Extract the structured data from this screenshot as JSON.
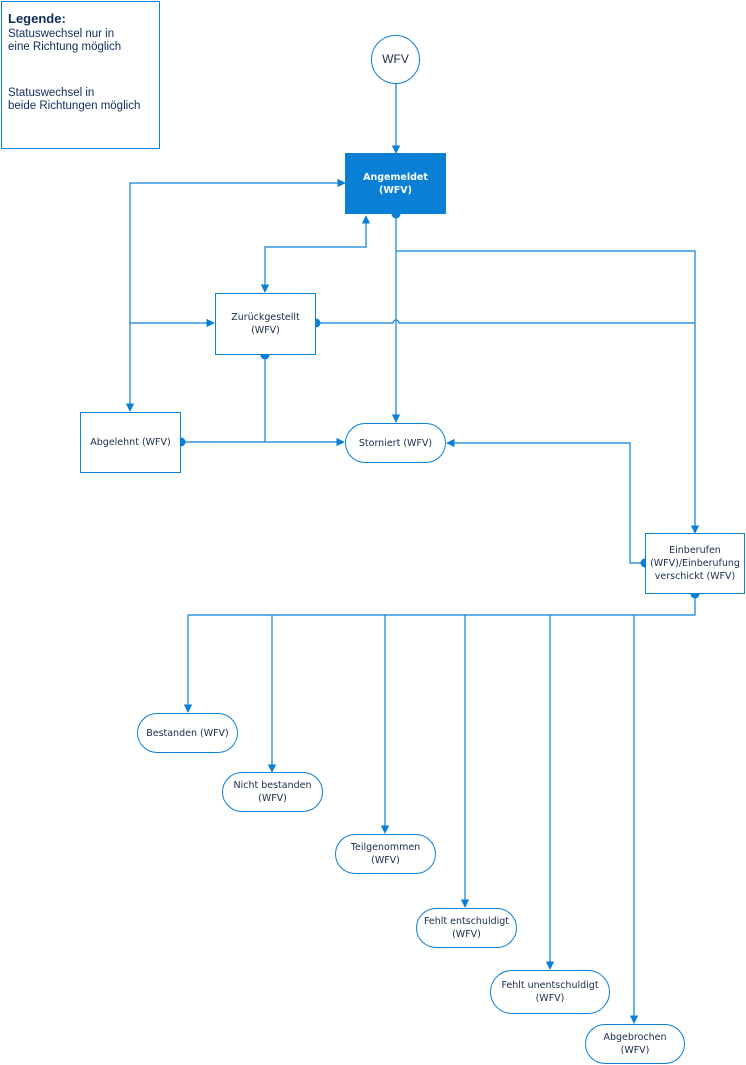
{
  "legend": {
    "title": "Legende:",
    "one_way": "Statuswechsel nur in\neine Richtung möglich",
    "both_ways": "Statuswechsel in\nbeide Richtungen möglich"
  },
  "colors": {
    "line": "#0a7fd6",
    "text": "#1a2b4a",
    "filled": "#0a7fd6"
  },
  "nodes": {
    "start": "WFV",
    "angemeldet": "Angemeldet (WFV)",
    "zurueckgestellt": "Zurückgestellt\n(WFV)",
    "abgelehnt": "Abgelehnt (WFV)",
    "storniert": "Storniert (WFV)",
    "einberufen": "Einberufen\n(WFV)/Einberufung\nverschickt (WFV)",
    "bestanden": "Bestanden (WFV)",
    "nicht_bestanden": "Nicht bestanden\n(WFV)",
    "teilgenommen": "Teilgenommen (WFV)",
    "fehlt_entschuldigt": "Fehlt entschuldigt\n(WFV)",
    "fehlt_unentschuldigt": "Fehlt unentschuldigt\n(WFV)",
    "abgebrochen": "Abgebrochen\n(WFV)"
  }
}
